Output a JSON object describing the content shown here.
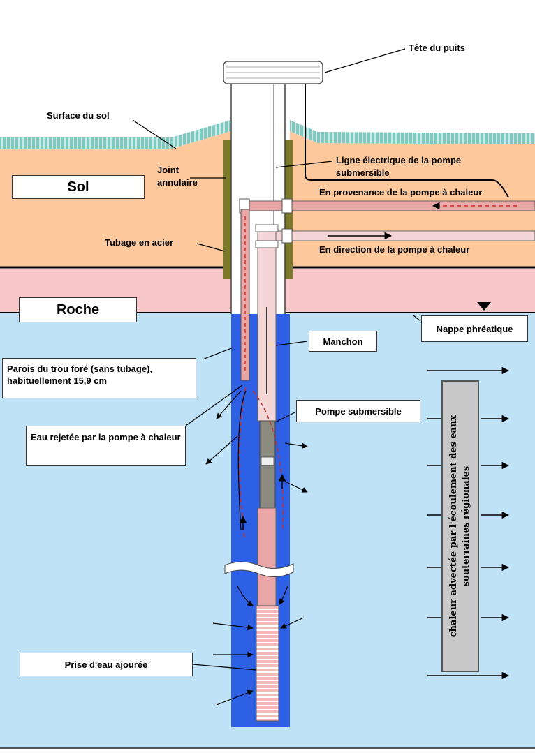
{
  "labels": {
    "well_head": "Tête du puits",
    "ground_surface": "Surface du sol",
    "soil": "Sol",
    "annular_seal_line1": "Joint",
    "annular_seal_line2": "annulaire",
    "power_line_line1": "Ligne électrique de la pompe",
    "power_line_line2": "submersible",
    "from_heat_pump": "En provenance de la pompe à chaleur",
    "to_heat_pump": "En direction de la pompe à chaleur",
    "steel_casing": "Tubage en acier",
    "rock": "Roche",
    "water_table": "Nappe phréatique",
    "sleeve": "Manchon",
    "borehole_walls": "Parois du trou foré (sans tubage), habituellement 15,9 cm",
    "submersible_pump": "Pompe submersible",
    "rejected_water": "Eau rejetée par la pompe à chaleur",
    "screened_intake": "Prise d'eau ajourée",
    "advection": "chaleur advectée par l'écoulement des eaux souterraines régionales"
  },
  "colors": {
    "sky": "#ffffff",
    "ground_grass": "#7fc8c0",
    "soil": "#fcc89c",
    "rock_layer": "#f6c6c9",
    "groundwater": "#bfe2f6",
    "borehole_water": "#2e60e6",
    "steel_casing": "#7a7a2a",
    "pipe_pink": "#e9a6a6",
    "pump_body": "#8a8a80"
  }
}
